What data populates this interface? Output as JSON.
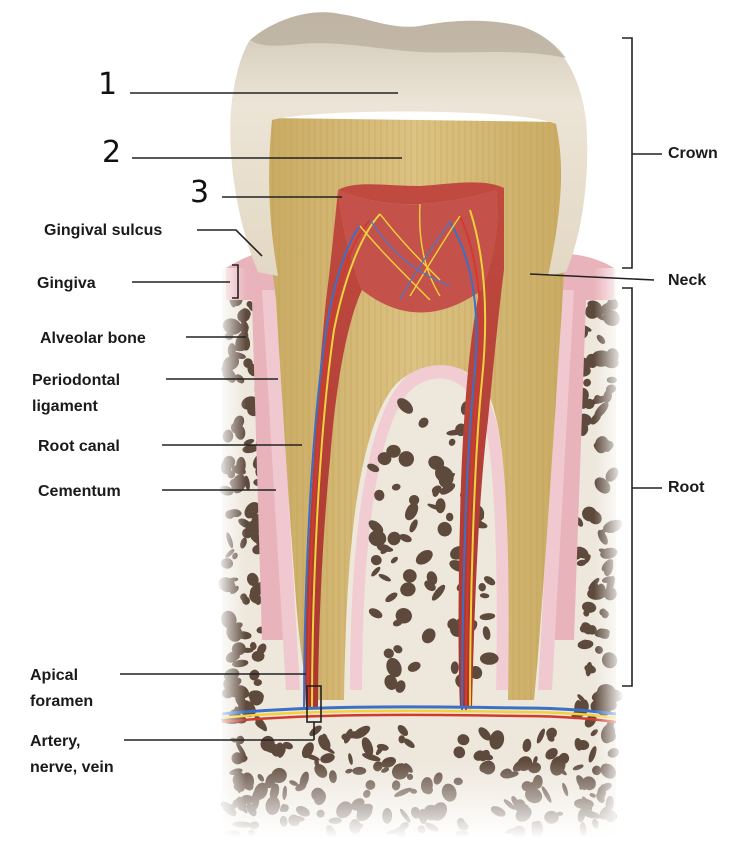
{
  "colors": {
    "enamel": "#e8dfcf",
    "dentin": "#d9bf7a",
    "pulp": "#b9413a",
    "bone": "#ede7dc",
    "bone_pores": "#5e4a3c",
    "gingiva": "#e9b3bb",
    "artery": "#c8342c",
    "nerve": "#f1d23a",
    "vein": "#3f6fc4",
    "leader": "#222222"
  },
  "handwritten_marks": [
    "1",
    "2",
    "3"
  ],
  "labels": {
    "gingival_sulcus": "Gingival sulcus",
    "gingiva": "Gingiva",
    "alveolar_bone": "Alveolar bone",
    "periodontal_line1": "Periodontal",
    "periodontal_line2": "ligament",
    "root_canal": "Root canal",
    "cementum": "Cementum",
    "apical_line1": "Apical",
    "apical_line2": "foramen",
    "artery_line1": "Artery,",
    "artery_line2": "nerve, vein",
    "crown": "Crown",
    "neck": "Neck",
    "root": "Root"
  }
}
